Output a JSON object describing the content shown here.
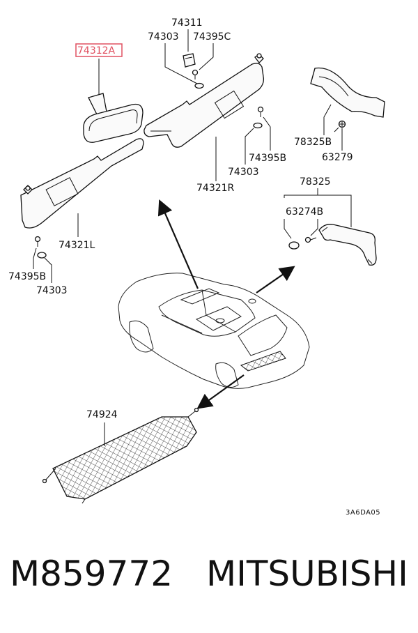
{
  "callouts": {
    "rearview_mirror": "74312A",
    "clip_74311": "74311",
    "washer_top": "74303",
    "screw_top": "74395C",
    "sun_visor_left": "74321L",
    "sun_visor_right": "74321R",
    "screw_visor_right": "74395B",
    "washer_visor_right": "74303",
    "screw_visor_left": "74395B",
    "washer_visor_left": "74303",
    "grip_handle_rear": "78325B",
    "screw_grip_rear": "63279",
    "grip_handle_assy": "78325",
    "screw_grip": "63274B",
    "cargo_net": "74924"
  },
  "diagram_code": "3A6DA05",
  "highlight_color": "#e05060",
  "footer": {
    "part_number": "M859772",
    "brand": "MITSUBISHI"
  }
}
